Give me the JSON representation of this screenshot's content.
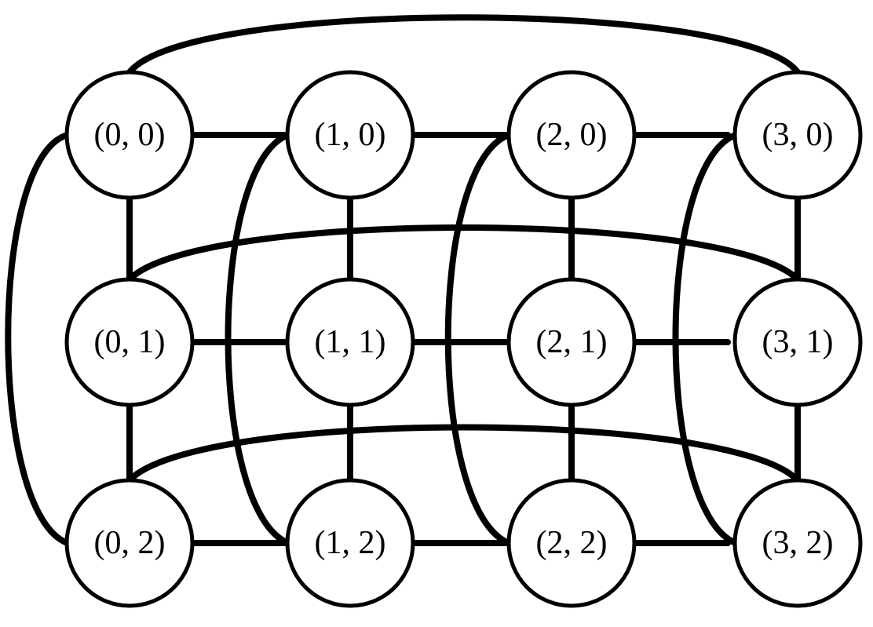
{
  "diagram": {
    "nodes": [
      {
        "id": "0,0",
        "label": "(0, 0)"
      },
      {
        "id": "1,0",
        "label": "(1, 0)"
      },
      {
        "id": "2,0",
        "label": "(2, 0)"
      },
      {
        "id": "3,0",
        "label": "(3, 0)"
      },
      {
        "id": "0,1",
        "label": "(0, 1)"
      },
      {
        "id": "1,1",
        "label": "(1, 1)"
      },
      {
        "id": "2,1",
        "label": "(2, 1)"
      },
      {
        "id": "3,1",
        "label": "(3, 1)"
      },
      {
        "id": "0,2",
        "label": "(0, 2)"
      },
      {
        "id": "1,2",
        "label": "(1, 2)"
      },
      {
        "id": "2,2",
        "label": "(2, 2)"
      },
      {
        "id": "3,2",
        "label": "(3, 2)"
      }
    ],
    "edges": [
      [
        "0,0",
        "1,0"
      ],
      [
        "1,0",
        "2,0"
      ],
      [
        "2,0",
        "3,0"
      ],
      [
        "0,1",
        "1,1"
      ],
      [
        "1,1",
        "2,1"
      ],
      [
        "2,1",
        "3,1"
      ],
      [
        "0,2",
        "1,2"
      ],
      [
        "1,2",
        "2,2"
      ],
      [
        "2,2",
        "3,2"
      ],
      [
        "0,0",
        "0,1"
      ],
      [
        "0,1",
        "0,2"
      ],
      [
        "1,0",
        "1,1"
      ],
      [
        "1,1",
        "1,2"
      ],
      [
        "2,0",
        "2,1"
      ],
      [
        "2,1",
        "2,2"
      ],
      [
        "3,0",
        "3,1"
      ],
      [
        "3,1",
        "3,2"
      ],
      [
        "0,0",
        "3,0"
      ],
      [
        "0,1",
        "3,1"
      ],
      [
        "0,2",
        "3,2"
      ],
      [
        "0,0",
        "0,2"
      ],
      [
        "1,0",
        "1,2"
      ],
      [
        "2,0",
        "2,2"
      ],
      [
        "3,0",
        "3,2"
      ]
    ]
  }
}
